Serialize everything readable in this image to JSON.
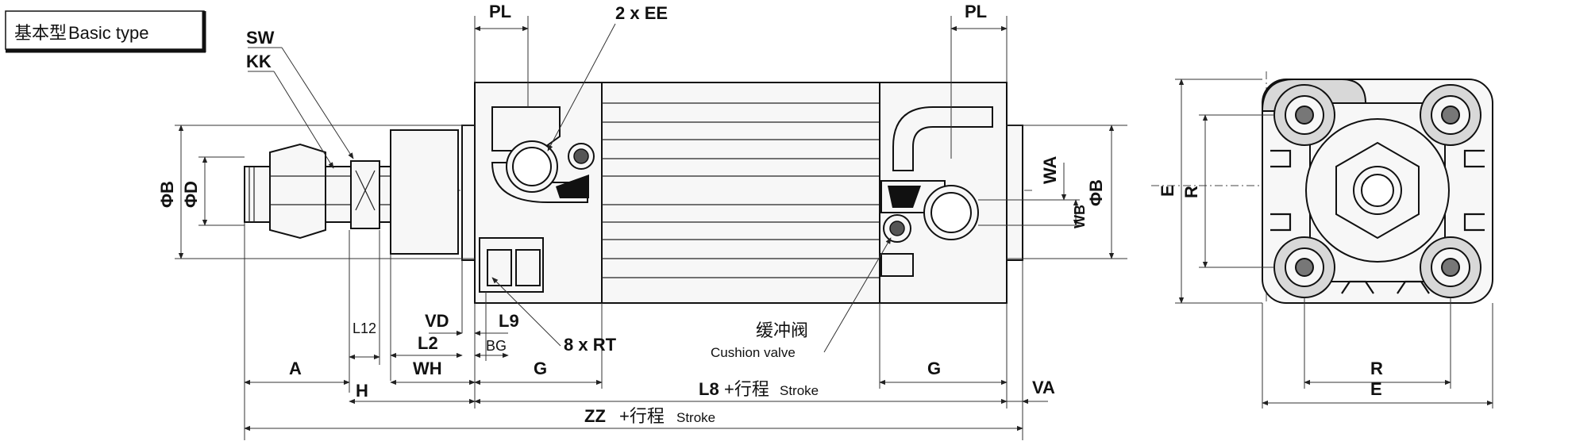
{
  "title_box": {
    "cn": "基本型",
    "en": "Basic type"
  },
  "side_view": {
    "labels": {
      "sw": "SW",
      "kk": "KK",
      "pl_left": "PL",
      "pl_right": "PL",
      "ee": "2 x EE",
      "phi_b_left": "ΦB",
      "phi_d": "ΦD",
      "wa": "WA",
      "wb": "WB",
      "phi_b_right": "ΦB",
      "vd": "VD",
      "l9": "L9",
      "l12": "L12",
      "l2": "L2",
      "bg": "BG",
      "rt": "8 x RT",
      "wh": "WH",
      "a": "A",
      "g_left": "G",
      "g_right": "G",
      "h": "H",
      "va": "VA",
      "l8": "L8",
      "l8_suffix_cn": "+行程",
      "l8_suffix_en": "Stroke",
      "zz": "ZZ",
      "zz_suffix_cn": "+行程",
      "zz_suffix_en": "Stroke"
    },
    "cushion_valve": {
      "cn": "缓冲阀",
      "en": "Cushion valve"
    }
  },
  "end_view": {
    "labels": {
      "e_vertical": "E",
      "r_vertical": "R",
      "r_horizontal": "R",
      "e_horizontal": "E"
    }
  }
}
